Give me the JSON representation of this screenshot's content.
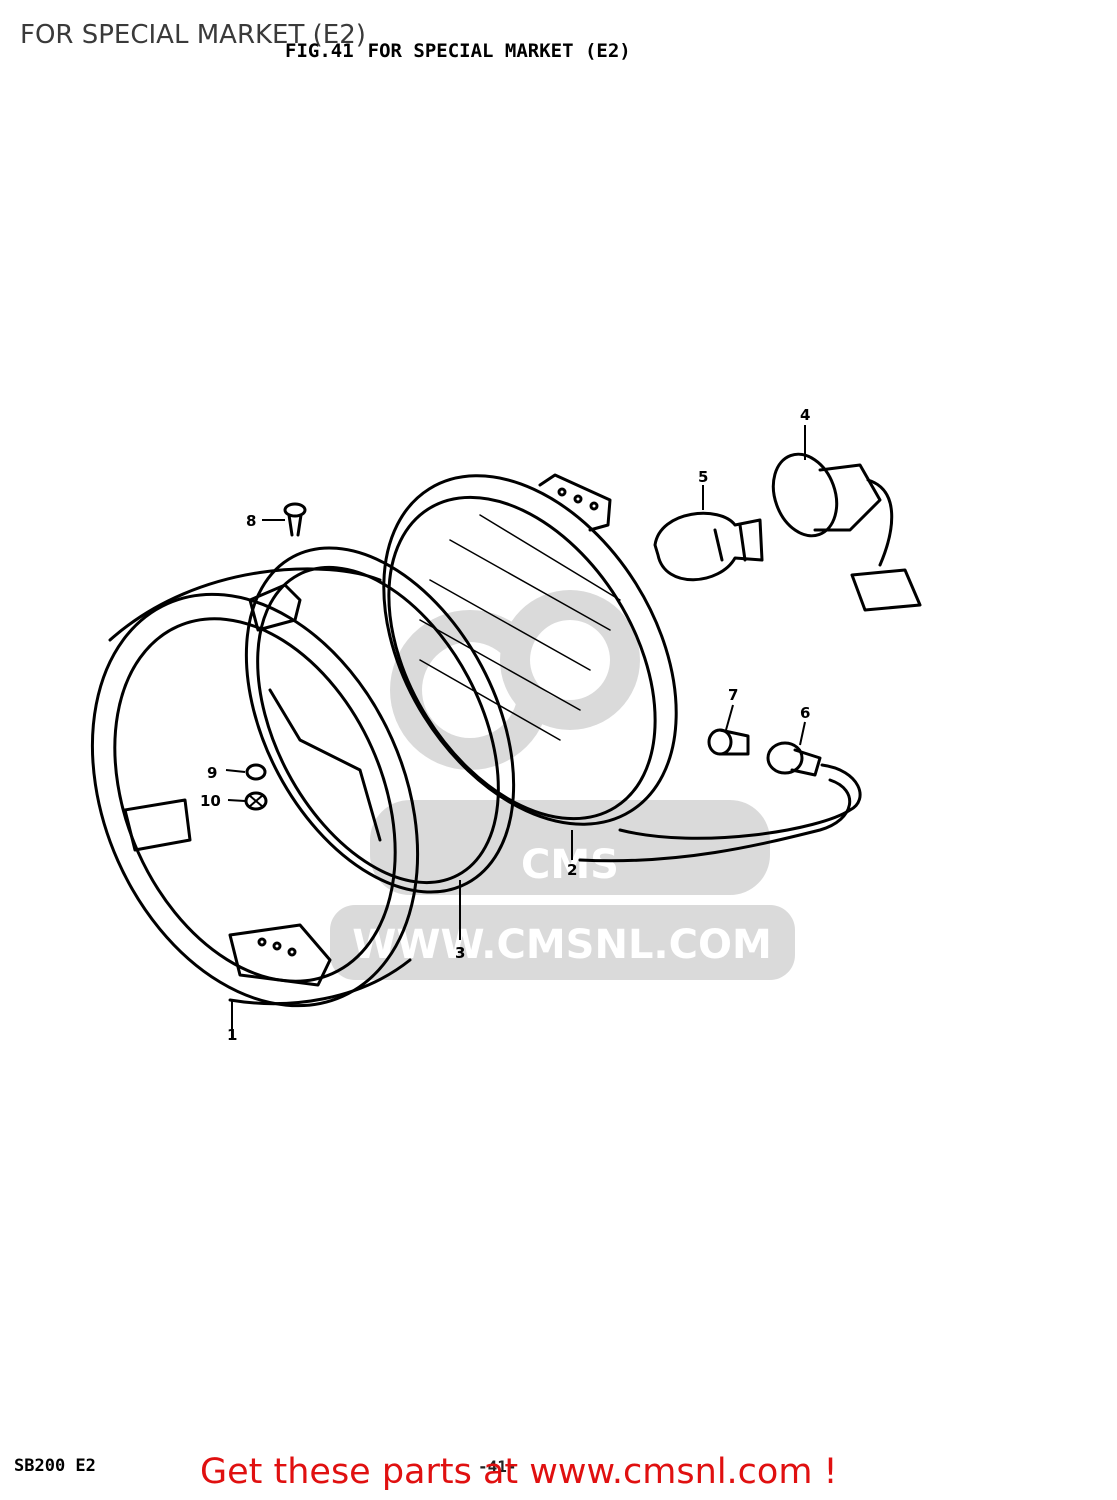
{
  "page": {
    "overlay_title": "FOR SPECIAL MARKET (E2)",
    "figure_label": "FIG.41",
    "figure_title": "FOR SPECIAL MARKET (E2)",
    "model_code": "SB200 E2",
    "page_number": "-41-",
    "cta_text": "Get these parts at www.cmsnl.com !",
    "cta_color": "#e01010"
  },
  "watermark": {
    "logo_text": "CMS",
    "url_text": "WWW.CMSNL.COM",
    "color": "#d6d6d6"
  },
  "callouts": [
    {
      "id": "1",
      "label": "1"
    },
    {
      "id": "2",
      "label": "2"
    },
    {
      "id": "3",
      "label": "3"
    },
    {
      "id": "4",
      "label": "4"
    },
    {
      "id": "5",
      "label": "5"
    },
    {
      "id": "6",
      "label": "6"
    },
    {
      "id": "7",
      "label": "7"
    },
    {
      "id": "8",
      "label": "8"
    },
    {
      "id": "9",
      "label": "9"
    },
    {
      "id": "10",
      "label": "10"
    }
  ]
}
